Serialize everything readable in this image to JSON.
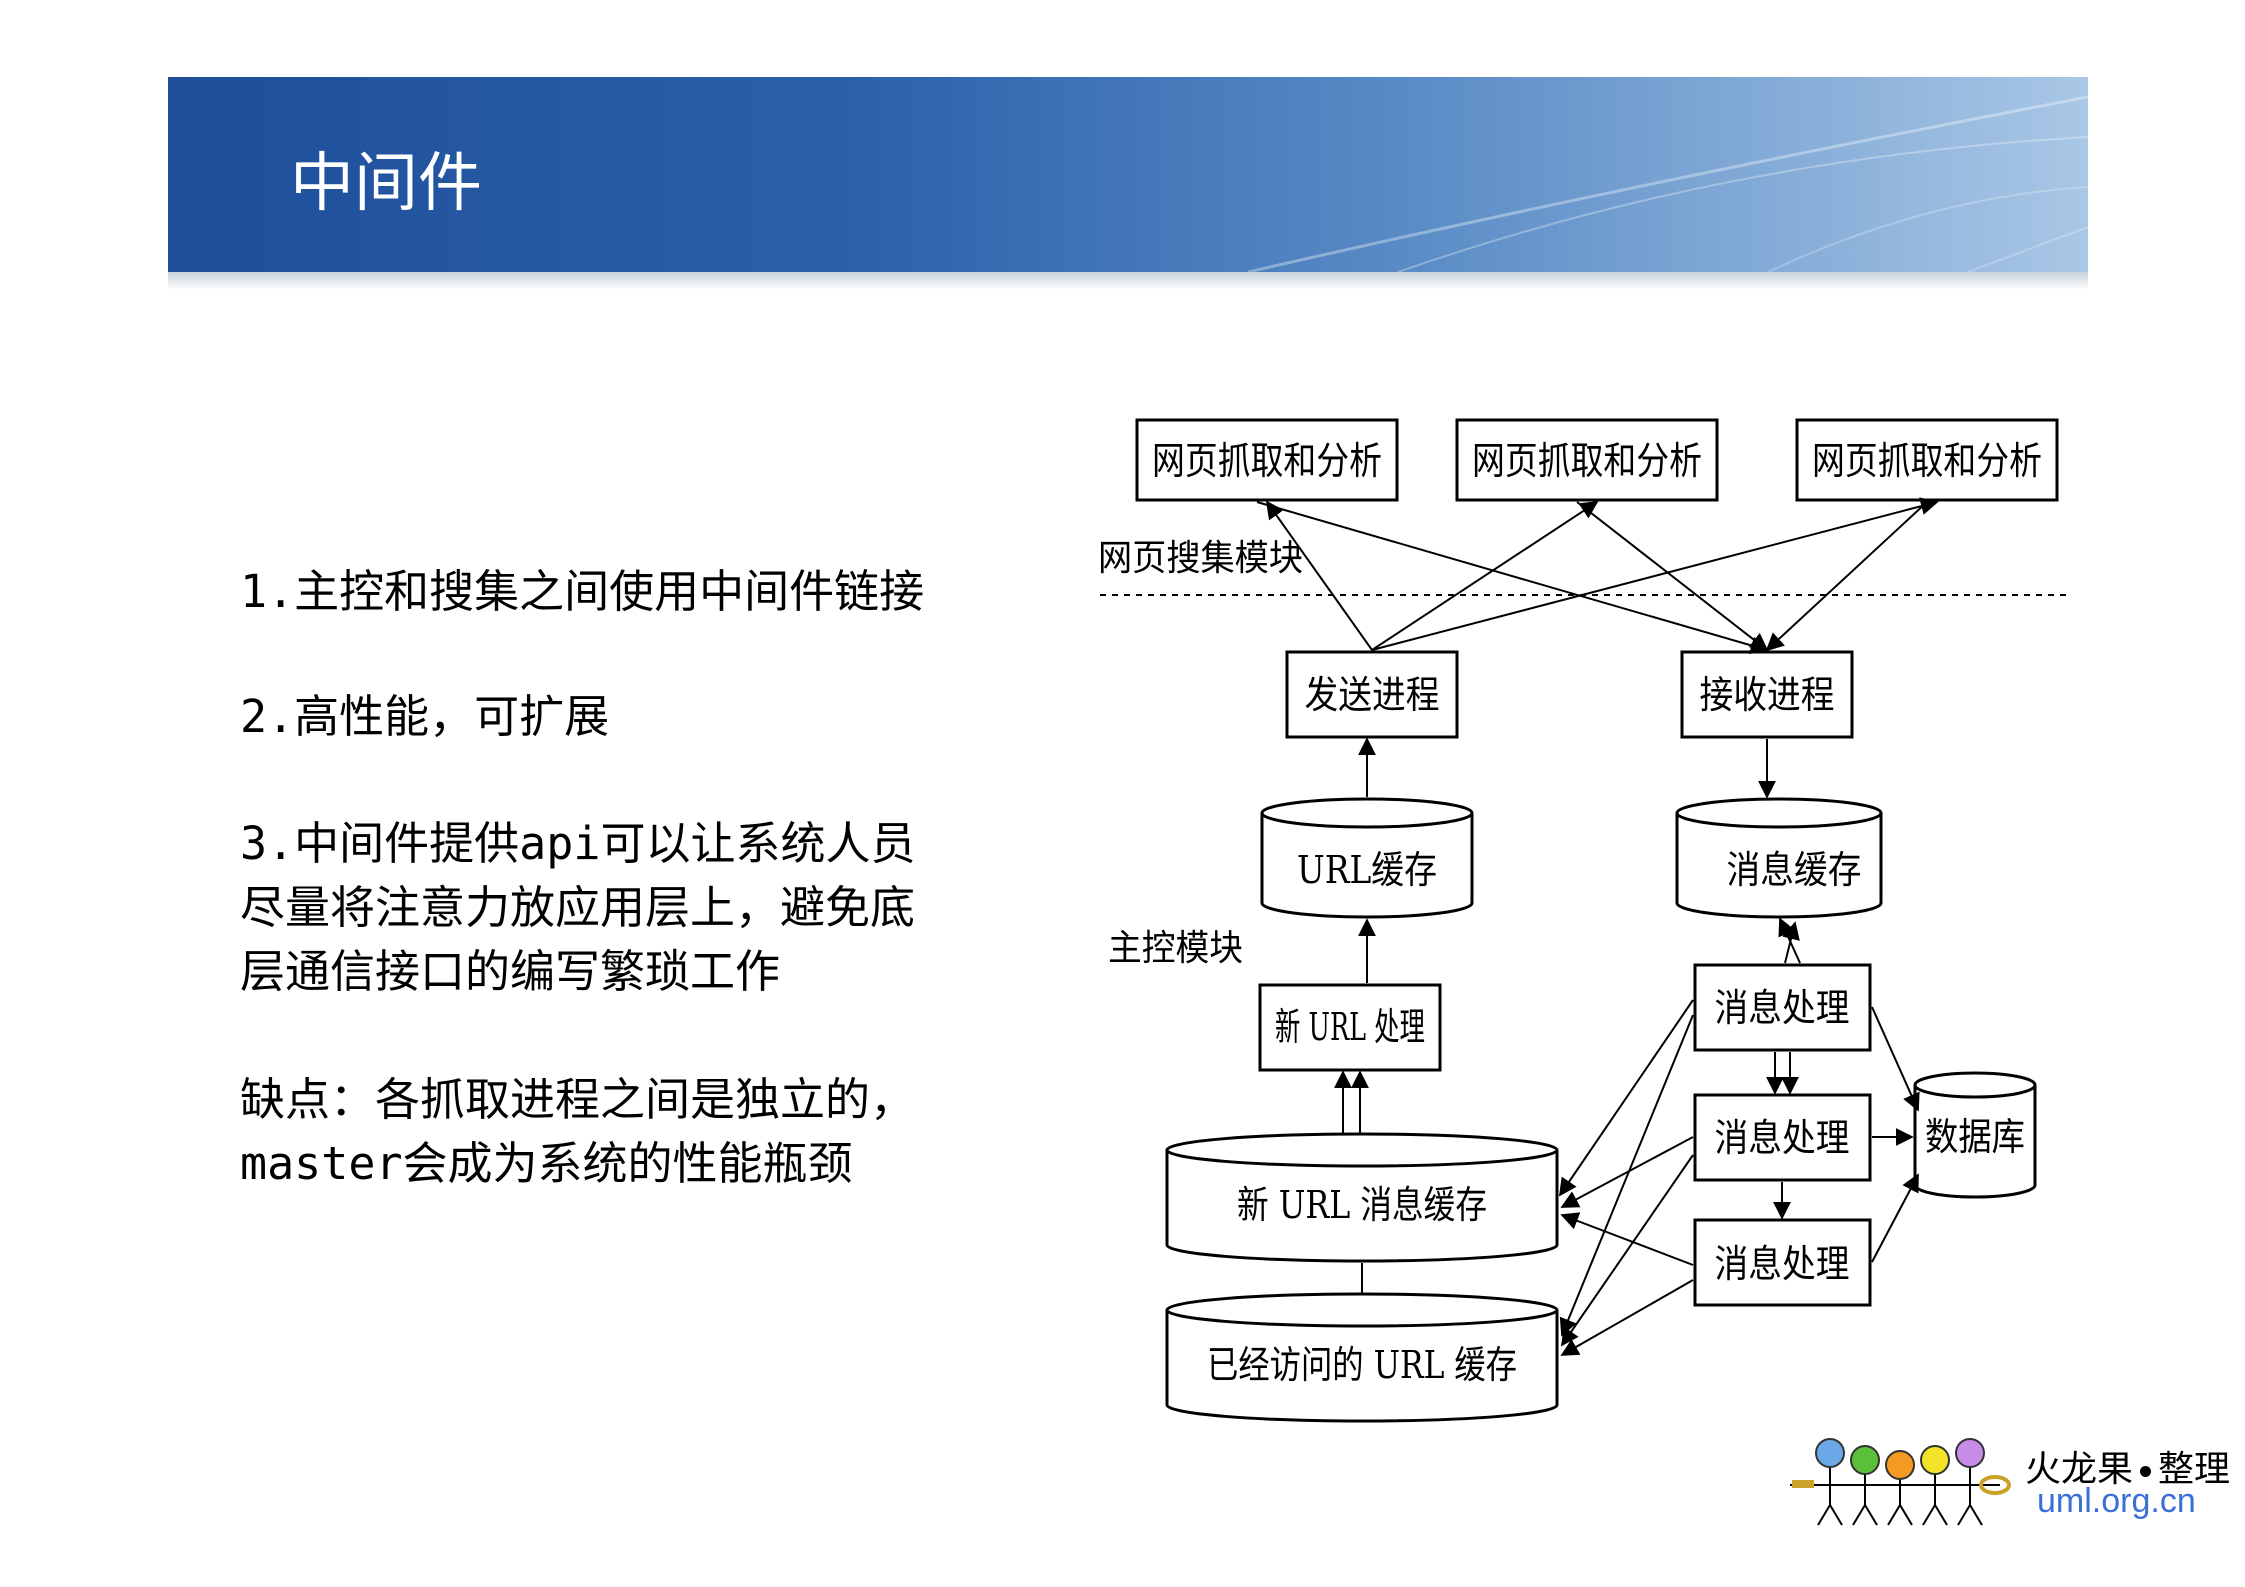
{
  "slide": {
    "title": "中间件"
  },
  "bullets": [
    {
      "lines": [
        "1.主控和搜集之间使用中间件链接"
      ]
    },
    {
      "lines": [
        "2.高性能，可扩展"
      ]
    },
    {
      "lines": [
        "3.中间件提供api可以让系统人员",
        "尽量将注意力放应用层上，避免底",
        "层通信接口的编写繁琐工作"
      ]
    },
    {
      "lines": [
        "缺点：各抓取进程之间是独立的，",
        "master会成为系统的性能瓶颈"
      ]
    }
  ],
  "diagram": {
    "crawlers": [
      "网页抓取和分析",
      "网页抓取和分析",
      "网页抓取和分析"
    ],
    "region_labels": {
      "crawl": "网页搜集模块",
      "master": "主控模块"
    },
    "send_process": "发送进程",
    "recv_process": "接收进程",
    "url_cache": "URL缓存",
    "msg_cache": "消息缓存",
    "new_url_handler": "新 URL 处理",
    "msg_handlers": [
      "消息处理",
      "消息处理",
      "消息处理"
    ],
    "database": "数据库",
    "new_url_msg_cache": "新 URL 消息缓存",
    "visited_url_cache": "已经访问的 URL 缓存"
  },
  "logo": {
    "name_left": "火龙果",
    "name_right": "整理",
    "url": "uml.org.cn"
  }
}
